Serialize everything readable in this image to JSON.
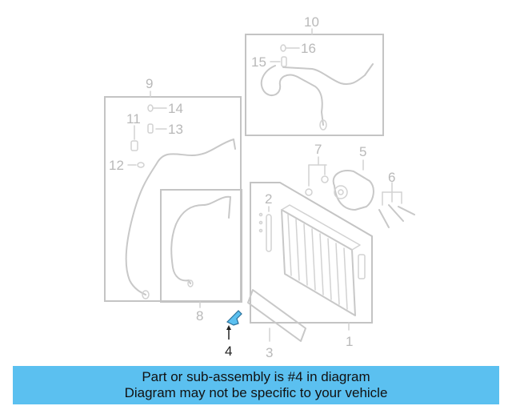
{
  "callouts": {
    "c1": "1",
    "c2": "2",
    "c3": "3",
    "c4": "4",
    "c5": "5",
    "c6": "6",
    "c7": "7",
    "c8": "8",
    "c9": "9",
    "c10": "10",
    "c11": "11",
    "c12": "12",
    "c13": "13",
    "c14": "14",
    "c15": "15",
    "c16": "16"
  },
  "highlight": {
    "part_number": "4",
    "color": "#5bc0f0"
  },
  "banner": {
    "line1": "Part or sub-assembly is #4 in diagram",
    "line2": "Diagram may not be specific to your vehicle",
    "color": "#5bc0f0"
  }
}
